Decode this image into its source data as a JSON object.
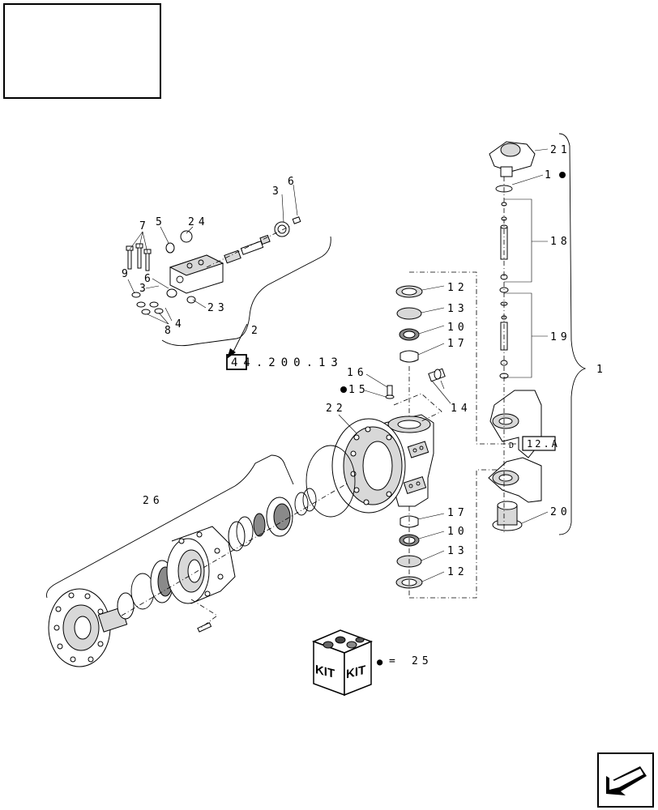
{
  "title_box": {
    "text": ""
  },
  "callouts": {
    "c1": "1",
    "c1b": "1",
    "c2": "2",
    "c3a": "3",
    "c3b": "3",
    "c4": "4",
    "c5": "5",
    "c6a": "6",
    "c6b": "6",
    "c7": "7",
    "c8": "8",
    "c9": "9",
    "c10a": "10",
    "c10b": "10",
    "c12a": "12",
    "c12b": "12",
    "c13a": "13",
    "c13b": "13",
    "c14": "14",
    "c15": "15",
    "c16": "16",
    "c17a": "17",
    "c17b": "17",
    "c18": "18",
    "c19": "19",
    "c20": "20",
    "c21": "21",
    "c22": "22",
    "c23": "23",
    "c24": "24",
    "c25": "25",
    "c26": "26"
  },
  "refs": {
    "section_ref": "44.200.13",
    "detail_ref": "12.A",
    "detail_prefix": "D"
  },
  "kit": {
    "label_left": "KIT",
    "label_right": "KIT",
    "equals": "=",
    "marker": "●"
  },
  "nav": {
    "icon": "next-page-arrow-icon"
  }
}
